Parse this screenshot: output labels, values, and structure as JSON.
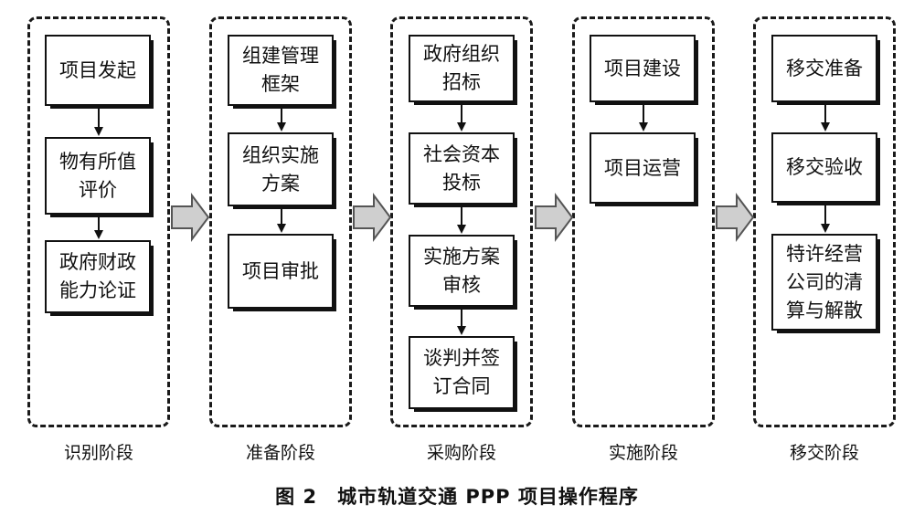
{
  "stages": [
    {
      "label": "识别阶段",
      "steps": [
        "项目发起",
        "物有所值\n评价",
        "政府财政\n能力论证"
      ]
    },
    {
      "label": "准备阶段",
      "steps": [
        "组建管理\n框架",
        "组织实施\n方案",
        "项目审批"
      ]
    },
    {
      "label": "采购阶段",
      "steps": [
        "政府组织\n招标",
        "社会资本\n投标",
        "实施方案\n审核",
        "谈判并签\n订合同"
      ]
    },
    {
      "label": "实施阶段",
      "steps": [
        "项目建设",
        "项目运营"
      ]
    },
    {
      "label": "移交阶段",
      "steps": [
        "移交准备",
        "移交验收",
        "特许经营\n公司的清\n算与解散"
      ]
    }
  ],
  "caption": "图 2　城市轨道交通 PPP 项目操作程序",
  "colors": {
    "line": "#111111",
    "arrow_fill": "#cfcfcf",
    "arrow_stroke": "#555555"
  }
}
